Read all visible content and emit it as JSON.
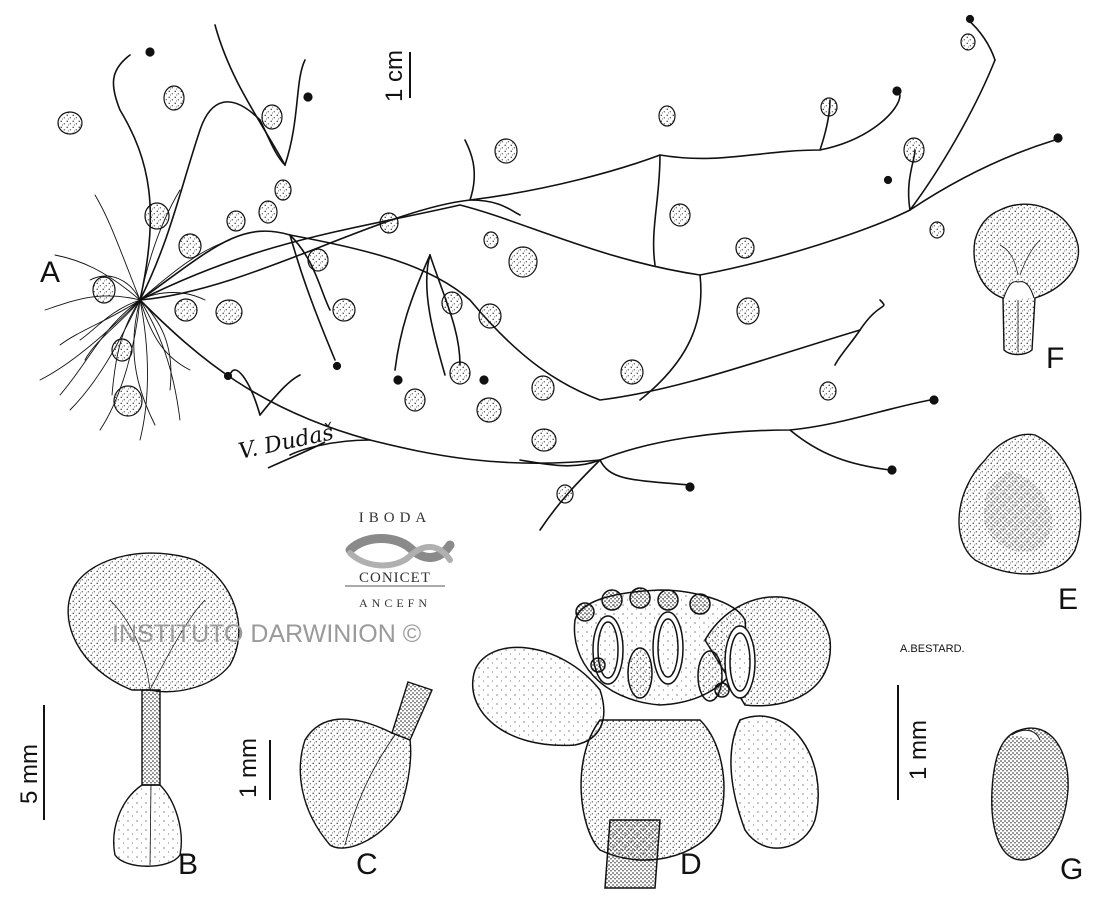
{
  "panels": {
    "A": "A",
    "B": "B",
    "C": "C",
    "D": "D",
    "E": "E",
    "F": "F",
    "G": "G"
  },
  "scale_bars": {
    "habit": "1 cm",
    "leaf": "5 mm",
    "sheath": "1 mm",
    "seed": "1 mm"
  },
  "signatures": {
    "habit_artist": "V. Dudaš",
    "detail_artist": "A.BESTARD."
  },
  "watermark": {
    "line1": "IBODA",
    "line2": "CONICET",
    "line3": "ANCEFN",
    "main": "INSTITUTO DARWINION ©"
  },
  "colors": {
    "ink": "#111111",
    "watermark_gray": "#9a9a9a",
    "paper": "#ffffff"
  }
}
